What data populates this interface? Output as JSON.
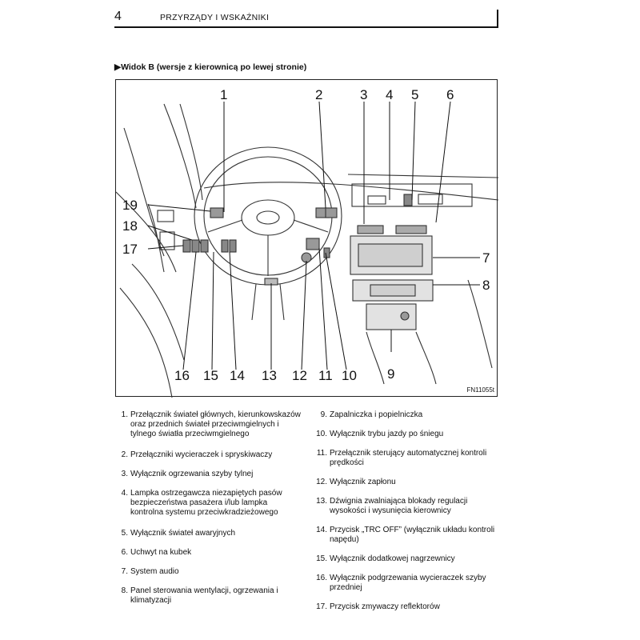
{
  "header": {
    "page_number": "4",
    "title": "PRZYRZĄDY I WSKAŹNIKI"
  },
  "section_title": "▶Widok B (wersje z kierownicą po lewej stronie)",
  "figure": {
    "code": "FN11055t",
    "callouts": [
      "1",
      "2",
      "3",
      "4",
      "5",
      "6",
      "7",
      "8",
      "9",
      "10",
      "11",
      "12",
      "13",
      "14",
      "15",
      "16",
      "17",
      "18",
      "19"
    ]
  },
  "legend": [
    {
      "num": "1.",
      "text": "Przełącznik świateł głównych, kierunkowskazów oraz przednich świateł przeciwmgielnych i tylnego światła przeciwmgielnego"
    },
    {
      "num": "2.",
      "text": "Przełączniki wycieraczek i spryskiwaczy"
    },
    {
      "num": "3.",
      "text": "Wyłącznik ogrzewania szyby tylnej"
    },
    {
      "num": "4.",
      "text": "Lampka ostrzegawcza niezapiętych pasów bezpieczeństwa pasażera i/lub lampka kontrolna systemu przeciwkradzieżowego"
    },
    {
      "num": "5.",
      "text": "Wyłącznik świateł awaryjnych"
    },
    {
      "num": "6.",
      "text": "Uchwyt na kubek"
    },
    {
      "num": "7.",
      "text": "System audio"
    },
    {
      "num": "8.",
      "text": "Panel sterowania wentylacji, ogrzewania i klimatyzacji"
    },
    {
      "num": "9.",
      "text": "Zapalniczka i popielniczka"
    },
    {
      "num": "10.",
      "text": "Wyłącznik trybu jazdy po śniegu"
    },
    {
      "num": "11.",
      "text": "Przełącznik sterujący automatycznej kontroli prędkości"
    },
    {
      "num": "12.",
      "text": "Wyłącznik zapłonu"
    },
    {
      "num": "13.",
      "text": "Dźwignia zwalniająca blokady regulacji wysokości i wysunięcia kierownicy"
    },
    {
      "num": "14.",
      "text": "Przycisk „TRC OFF” (wyłącznik układu kontroli napędu)"
    },
    {
      "num": "15.",
      "text": "Wyłącznik dodatkowej nagrzewnicy"
    },
    {
      "num": "16.",
      "text": "Wyłącznik podgrzewania wycieraczek szyby przedniej"
    },
    {
      "num": "17.",
      "text": "Przycisk zmywaczy reflektorów"
    }
  ]
}
